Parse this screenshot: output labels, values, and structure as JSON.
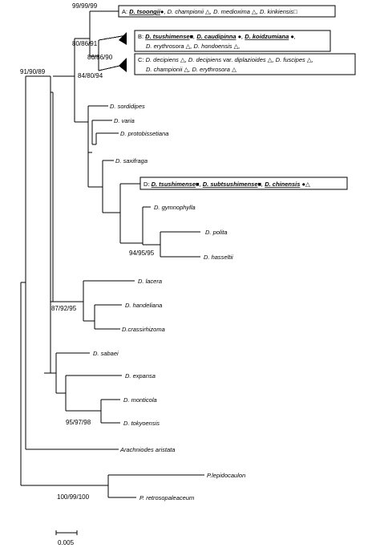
{
  "taxa": {
    "sordidipes": "D. sordidipes",
    "varia": "D. varia",
    "protobissetiana": "D. protobissetiana",
    "saxifraga": "D. saxifraga",
    "gymnophylla": "D. gymnophylla",
    "polita": "D. polita",
    "hasseltii": "D. hasseltii",
    "lacera": "D. lacera",
    "handeliana": "D. handeliana",
    "crassirhizoma": "D.crassirhizoma",
    "sabaei": "D. sabaei",
    "expansa": "D. expansa",
    "monticola": "D. monticola",
    "tokyoensis": "D. tokyoensis",
    "arachniodes": "Arachniodes aristata",
    "lepidocaulon": "P.lepidocaulon",
    "retrosopaleaceum": "P. retrosopaleaceum"
  },
  "support": {
    "s1": "99/99/99",
    "s2": "80/86/91",
    "s3": "86/86/90",
    "s4": "84/80/94",
    "s5": "91/90/89",
    "s6": "94/95/95",
    "s7": "87/92/95",
    "s8": "95/97/98",
    "s9": "100/99/100"
  },
  "boxes": {
    "A": {
      "label": "A: ",
      "t1": "D. tsoongii",
      "m1": "●",
      "t2": ", D. championii",
      "m2": " △",
      "t3": ", D. medioxima",
      "m3": " △",
      "t4": ",  D. kinkiensis",
      "m4": "□"
    },
    "B": {
      "label": "B: ",
      "t1": "D. tsushimense",
      "m1": "■",
      "t2": ", ",
      "t3": "D. caudipinna",
      "m3": " ●",
      "t4": ", ",
      "t5": "D. koidzumiana",
      "m5": " ●",
      "t6": ",",
      "line2": "D. erythrosora",
      "m6": " △",
      "t7": ", D. hondoensis",
      "m7": " △",
      "t8": ","
    },
    "C": {
      "label": "C: ",
      "t1": "D. decipiens",
      "m1": " △",
      "t2": ", D. decipiens ",
      "var": "var.",
      "t3": " diplazioides",
      "m3": " △",
      "t4": ", D. fuscipes",
      "m4": " △",
      "t5": ",",
      "line2a": "D. championii",
      "m6": " △",
      "t6": ", D. erythrosora",
      "m7": " △"
    },
    "D": {
      "label": "D: ",
      "t1": "D. tsushimense",
      "m1": "■",
      "t2": ", ",
      "t3": "D. subtsushimense",
      "m3": "■",
      "t4": ", ",
      "t5": "D. chinensis",
      "m5": " ●△"
    }
  },
  "scale": {
    "label": "0.005"
  }
}
